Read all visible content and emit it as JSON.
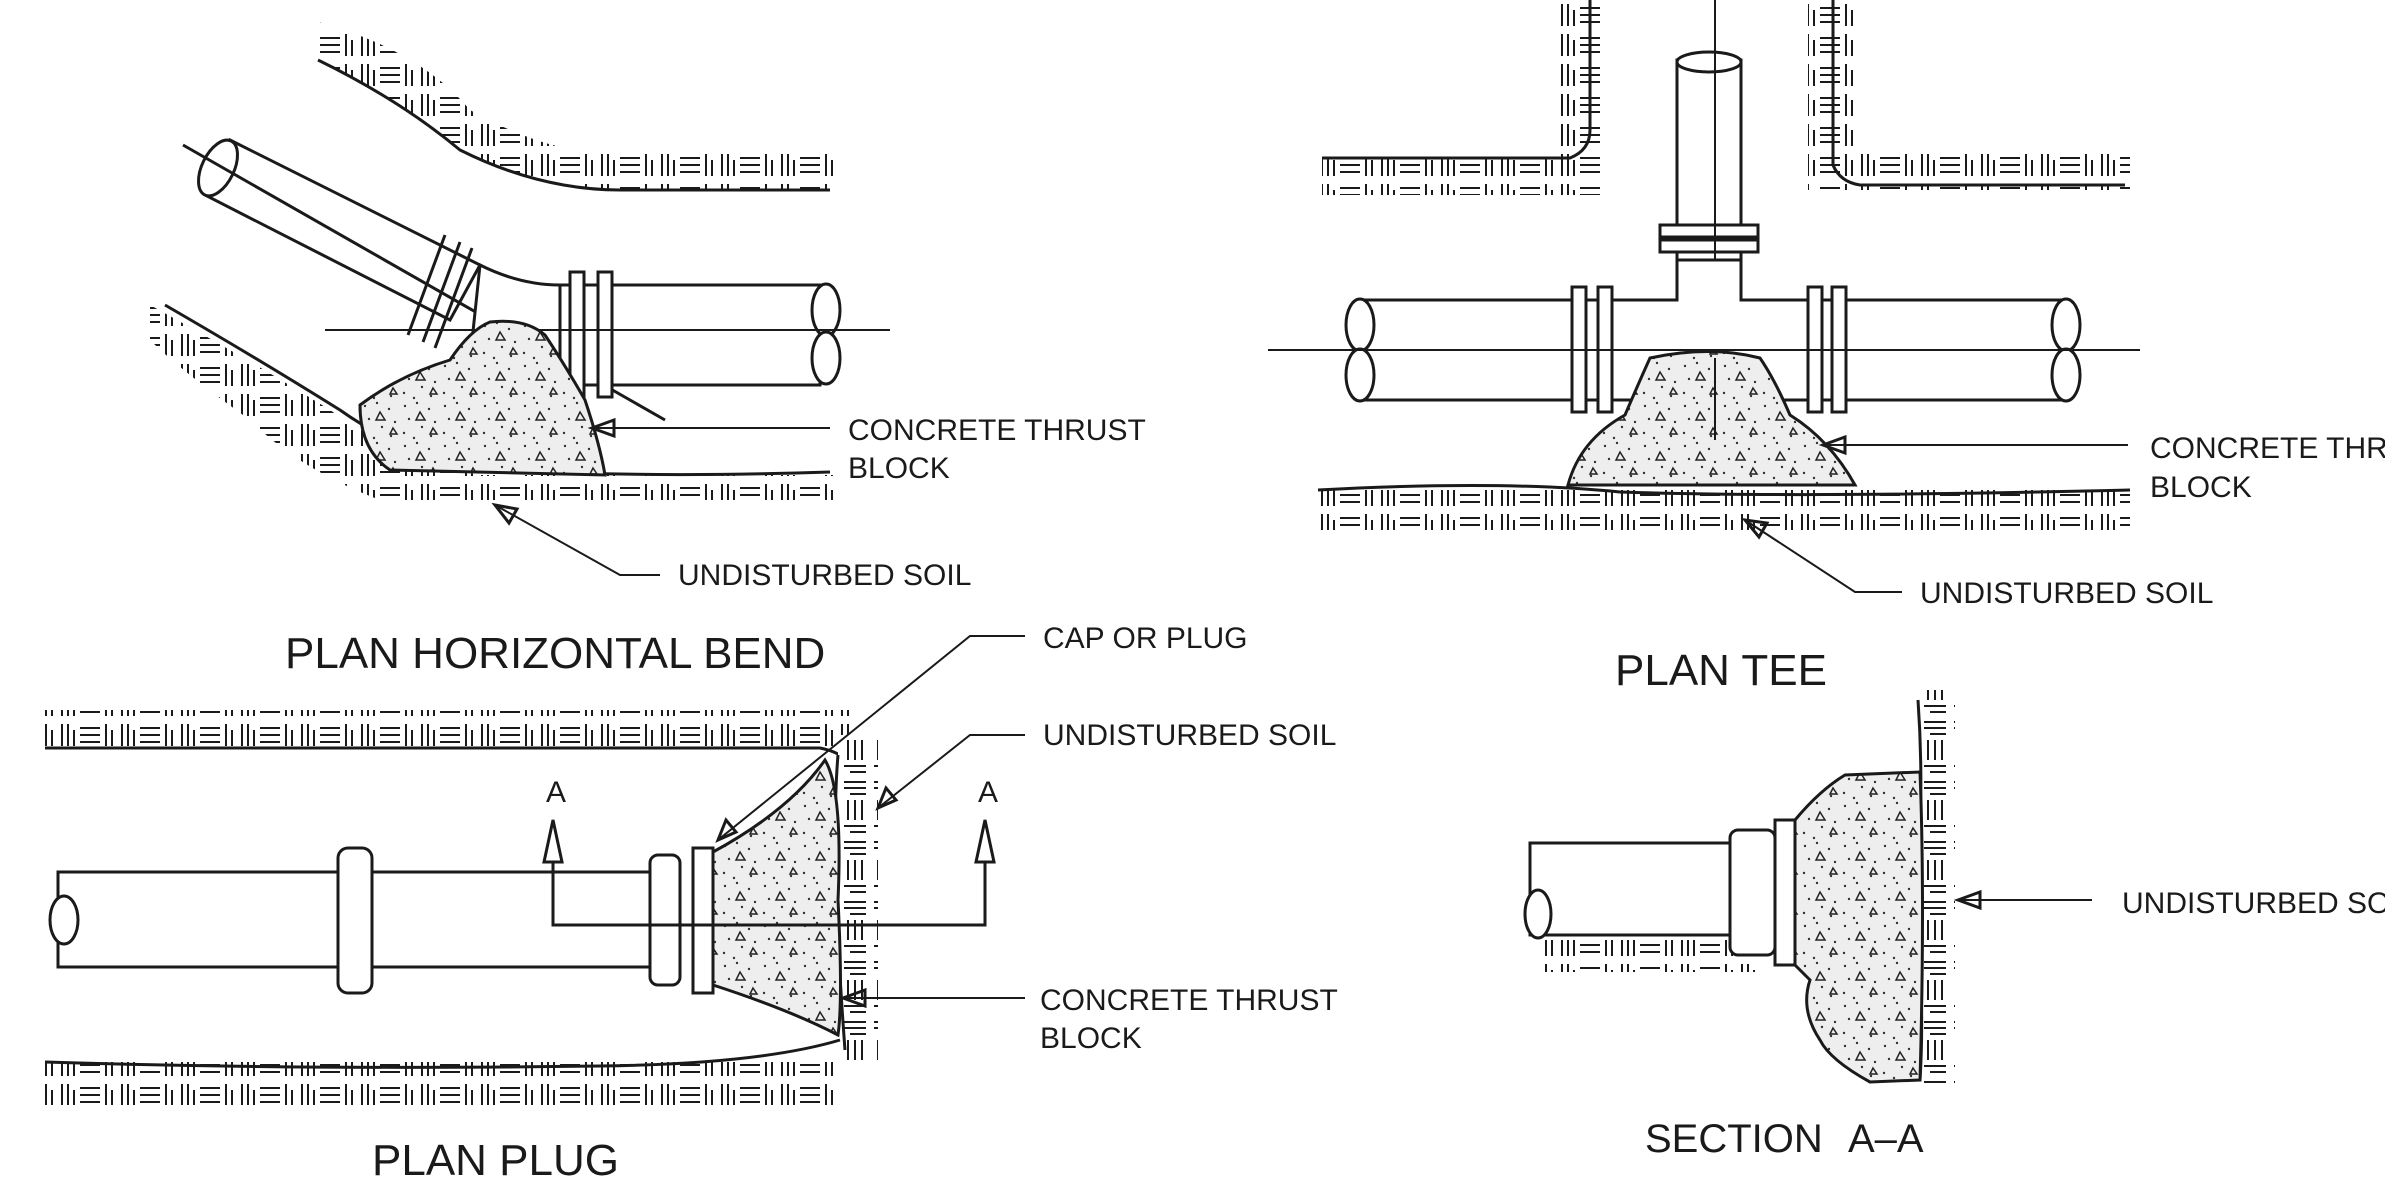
{
  "views": {
    "bend": {
      "title": "PLAN HORIZONTAL BEND",
      "concrete_label_1": "CONCRETE THRUST",
      "concrete_label_2": "BLOCK",
      "soil_label": "UNDISTURBED SOIL"
    },
    "tee": {
      "title": "PLAN TEE",
      "concrete_label_1": "CONCRETE THRUST",
      "concrete_label_2": "BLOCK",
      "soil_label": "UNDISTURBED SOIL"
    },
    "plug": {
      "title": "PLAN PLUG",
      "cap_label": "CAP OR PLUG",
      "soil_label": "UNDISTURBED SOIL",
      "concrete_label_1": "CONCRETE THRUST",
      "concrete_label_2": "BLOCK",
      "section_mark_left": "A",
      "section_mark_right": "A"
    },
    "section": {
      "title_left": "SECTION",
      "title_right": "A–A",
      "soil_label": "UNDISTURBED SOIL"
    }
  },
  "colors": {
    "ink": "#1a1a1a",
    "paper": "#ffffff"
  }
}
